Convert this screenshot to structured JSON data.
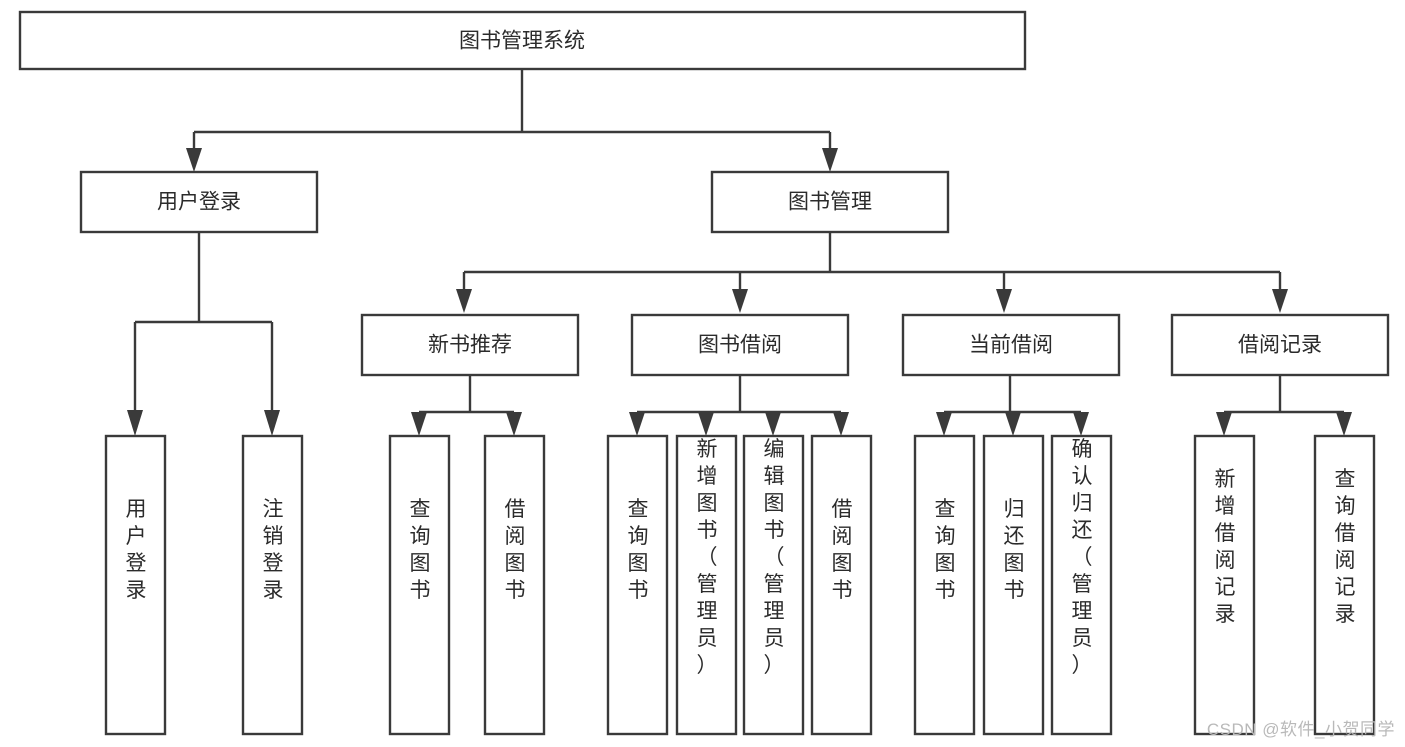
{
  "diagram": {
    "type": "hierarchy-tree",
    "title": "图书管理系统",
    "watermark": "CSDN @软件_小贺同学",
    "colors": {
      "box_fill": "#ffffff",
      "box_stroke": "#3a3a3a",
      "text": "#2b2b2b",
      "watermark": "#b9b9b9",
      "background": "#ffffff"
    },
    "nodes": {
      "root": {
        "label": "图书管理系统"
      },
      "level2": [
        {
          "id": "user-login",
          "label": "用户登录"
        },
        {
          "id": "book-management",
          "label": "图书管理"
        }
      ],
      "level3": [
        {
          "id": "new-book-recommend",
          "label": "新书推荐"
        },
        {
          "id": "book-borrow",
          "label": "图书借阅"
        },
        {
          "id": "current-borrow",
          "label": "当前借阅"
        },
        {
          "id": "borrow-record",
          "label": "借阅记录"
        }
      ],
      "leaves": {
        "user-login": [
          {
            "id": "leaf-user-login",
            "label": "用户登录"
          },
          {
            "id": "leaf-logout-login",
            "label": "注销登录"
          }
        ],
        "new-book-recommend": [
          {
            "id": "leaf-query-book-1",
            "label": "查询图书"
          },
          {
            "id": "leaf-borrow-book-1",
            "label": "借阅图书"
          }
        ],
        "book-borrow": [
          {
            "id": "leaf-query-book-2",
            "label": "查询图书"
          },
          {
            "id": "leaf-add-book",
            "label": "新增图书（管理员）"
          },
          {
            "id": "leaf-edit-book",
            "label": "编辑图书（管理员）"
          },
          {
            "id": "leaf-borrow-book-2",
            "label": "借阅图书"
          }
        ],
        "current-borrow": [
          {
            "id": "leaf-query-book-3",
            "label": "查询图书"
          },
          {
            "id": "leaf-return-book",
            "label": "归还图书"
          },
          {
            "id": "leaf-confirm-return",
            "label": "确认归还（管理员）"
          }
        ],
        "borrow-record": [
          {
            "id": "leaf-add-borrow-record",
            "label": "新增借阅记录"
          },
          {
            "id": "leaf-query-borrow-record",
            "label": "查询借阅记录"
          }
        ]
      }
    }
  }
}
